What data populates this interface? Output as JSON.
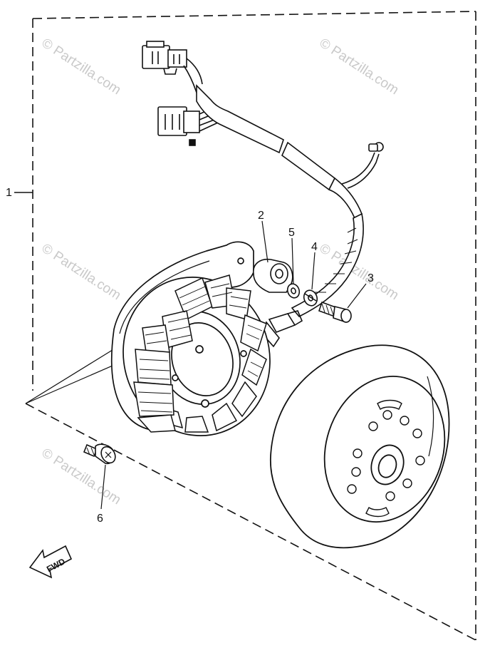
{
  "watermark": "© Partzilla.com",
  "ref_label": "1",
  "callouts": {
    "c2": "2",
    "c3": "3",
    "c4": "4",
    "c5": "5",
    "c6": "6"
  },
  "fwd_label": "FWD"
}
